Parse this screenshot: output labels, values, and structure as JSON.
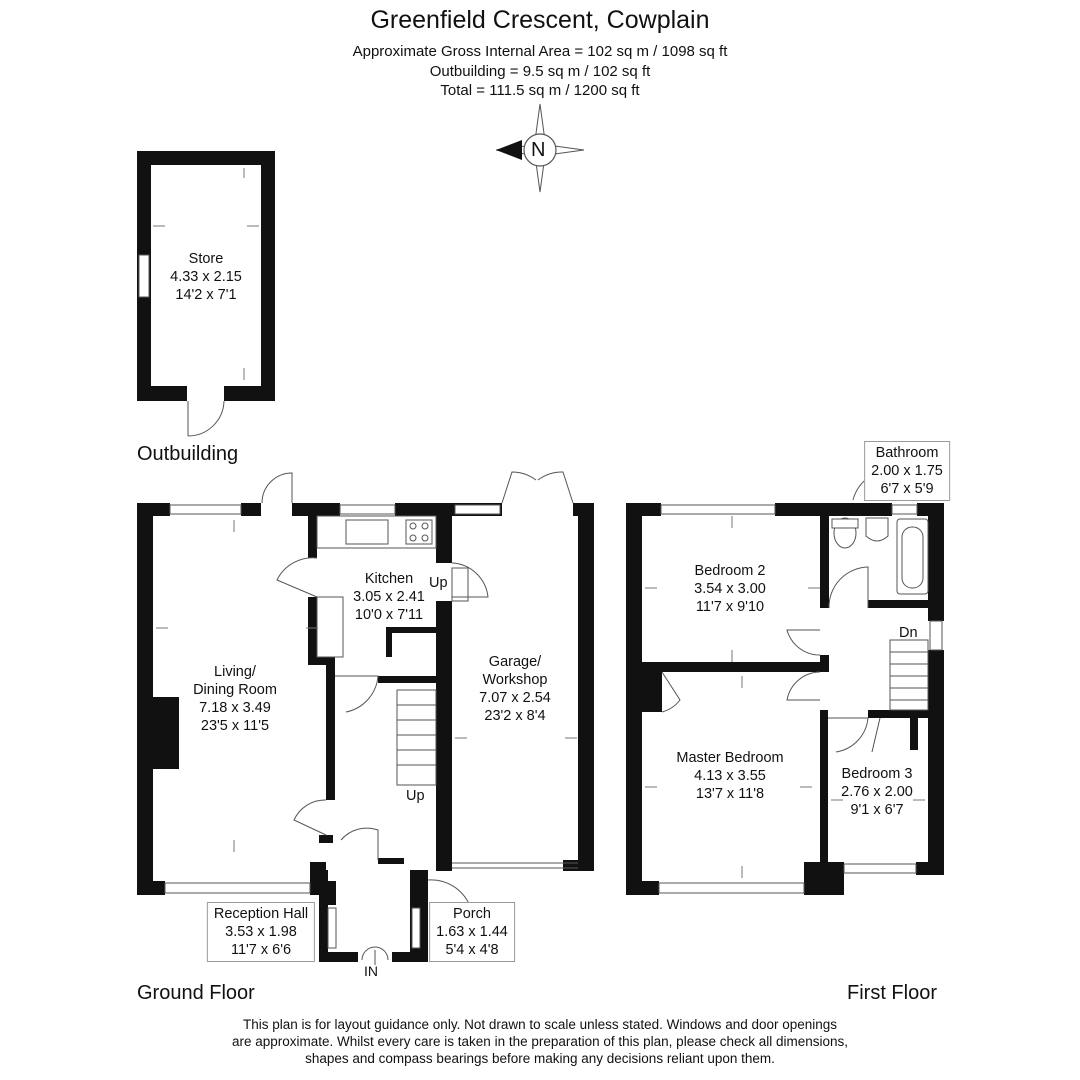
{
  "header": {
    "title": "Greenfield Crescent, Cowplain",
    "gross_area": "Approximate Gross Internal Area = 102 sq m / 1098 sq ft",
    "outbuilding_area": "Outbuilding = 9.5 sq m / 102 sq ft",
    "total_area": "Total = 111.5 sq m / 1200 sq ft"
  },
  "compass": {
    "label": "N"
  },
  "sections": {
    "outbuilding": "Outbuilding",
    "ground": "Ground Floor",
    "first": "First Floor"
  },
  "rooms": {
    "store": {
      "name": "Store",
      "metric": "4.33 x 2.15",
      "imperial": "14'2 x 7'1"
    },
    "living": {
      "name1": "Living/",
      "name2": "Dining Room",
      "metric": "7.18 x 3.49",
      "imperial": "23'5 x 11'5"
    },
    "kitchen": {
      "name": "Kitchen",
      "metric": "3.05 x 2.41",
      "imperial": "10'0 x 7'11"
    },
    "garage": {
      "name1": "Garage/",
      "name2": "Workshop",
      "metric": "7.07 x 2.54",
      "imperial": "23'2 x 8'4"
    },
    "reception": {
      "name": "Reception Hall",
      "metric": "3.53 x 1.98",
      "imperial": "11'7 x 6'6"
    },
    "porch": {
      "name": "Porch",
      "metric": "1.63 x 1.44",
      "imperial": "5'4 x 4'8"
    },
    "bedroom2": {
      "name": "Bedroom 2",
      "metric": "3.54 x 3.00",
      "imperial": "11'7 x 9'10"
    },
    "bathroom": {
      "name": "Bathroom",
      "metric": "2.00 x 1.75",
      "imperial": "6'7 x 5'9"
    },
    "master": {
      "name": "Master Bedroom",
      "metric": "4.13 x 3.55",
      "imperial": "13'7 x 11'8"
    },
    "bedroom3": {
      "name": "Bedroom 3",
      "metric": "2.76 x 2.00",
      "imperial": "9'1 x 6'7"
    }
  },
  "stairs": {
    "up1": "Up",
    "up2": "Up",
    "down": "Dn",
    "entrance": "IN"
  },
  "footer": {
    "line1": "This plan is for layout guidance only. Not drawn to scale unless stated. Windows and door openings",
    "line2": "are approximate. Whilst every care is taken in the preparation of this plan, please check all dimensions,",
    "line3": "shapes and compass bearings before making any decisions reliant upon them."
  }
}
